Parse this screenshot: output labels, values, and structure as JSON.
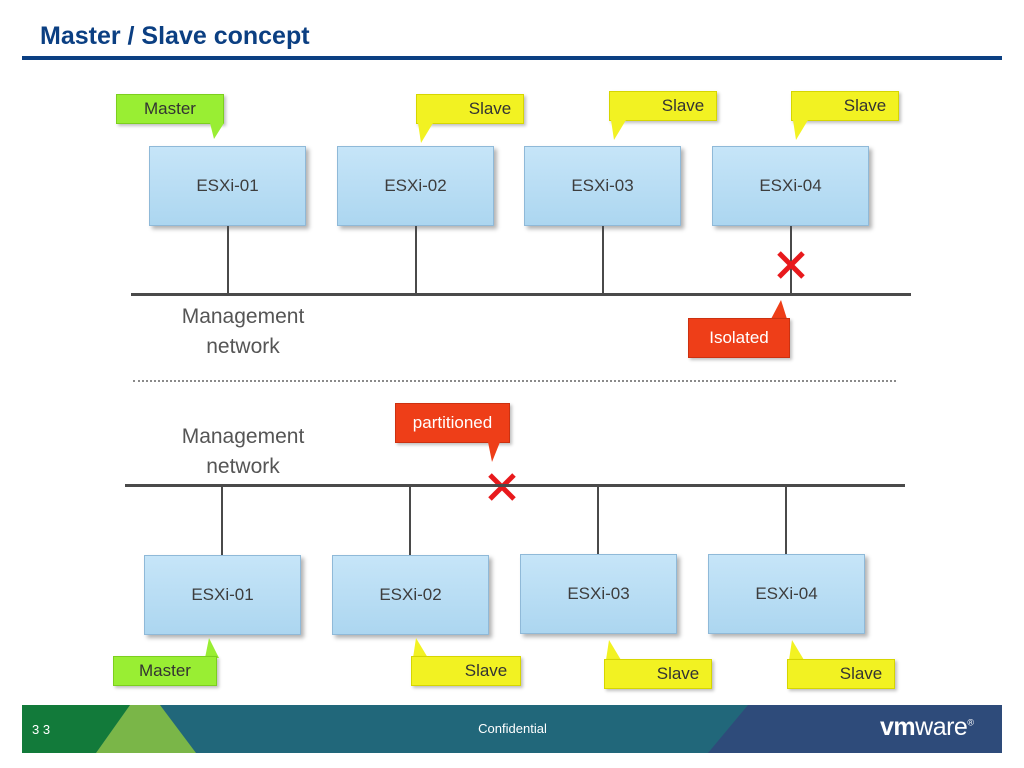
{
  "title": "Master / Slave concept",
  "colors": {
    "title": "#0b3f82",
    "host_fill": "#c6e5f8",
    "master_tag": "#99ee33",
    "slave_tag": "#f2f222",
    "alert_tag": "#ee3e18",
    "failure_mark": "#e8191c"
  },
  "top_scenario": {
    "hosts": [
      "ESXi-01",
      "ESXi-02",
      "ESXi-03",
      "ESXi-04"
    ],
    "roles": [
      "Master",
      "Slave",
      "Slave",
      "Slave"
    ],
    "network_label_line1": "Management",
    "network_label_line2": "network",
    "alert_label": "Isolated",
    "failure_icon": "red-x-icon"
  },
  "bottom_scenario": {
    "hosts": [
      "ESXi-01",
      "ESXi-02",
      "ESXi-03",
      "ESXi-04"
    ],
    "roles": [
      "Master",
      "Slave",
      "Slave",
      "Slave"
    ],
    "network_label_line1": "Management",
    "network_label_line2": "network",
    "alert_label": "partitioned",
    "failure_icon": "red-x-icon"
  },
  "footer": {
    "slide_number": "3 3",
    "confidential": "Confidential",
    "logo_prefix": "vm",
    "logo_suffix": "ware",
    "logo_mark": "®"
  }
}
